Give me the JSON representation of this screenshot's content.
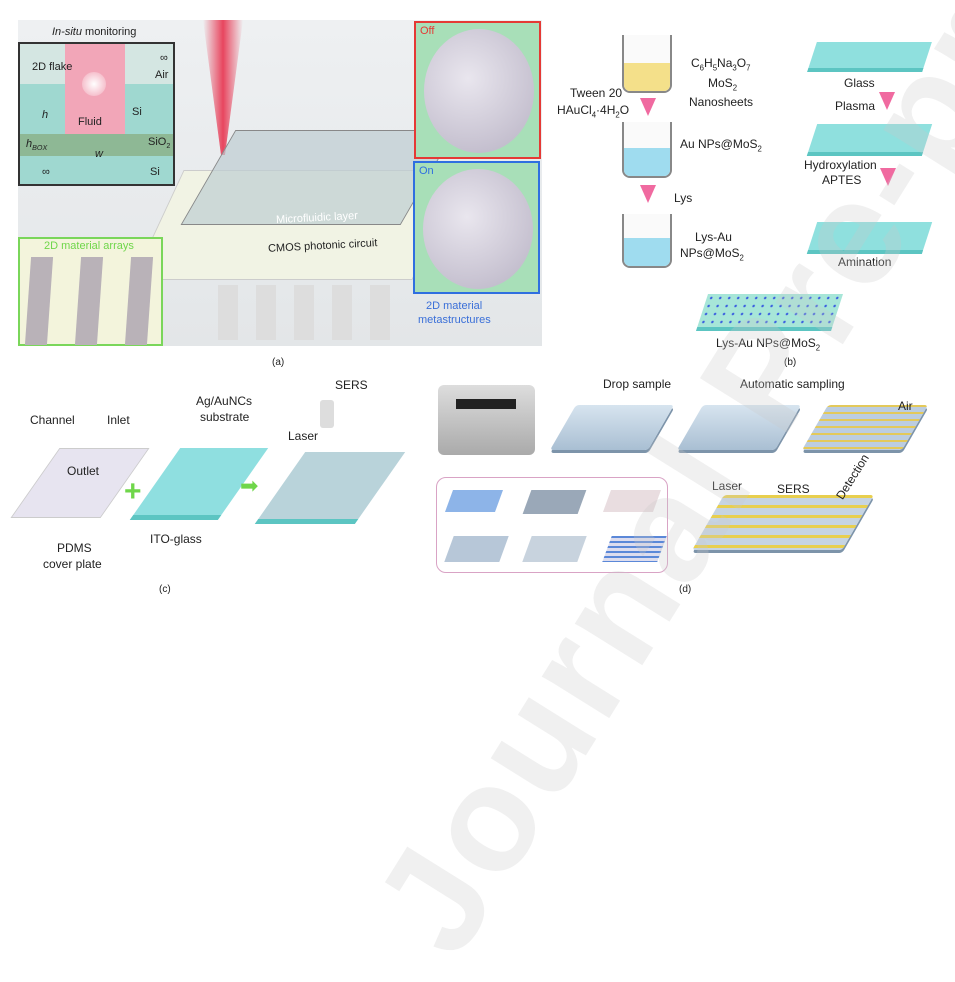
{
  "watermark": "Journal Pre-proofs",
  "panel_a": {
    "label": "(a)",
    "inset_title_italic": "In-situ",
    "inset_title_rest": " monitoring",
    "inset_labels": {
      "flake": "2D flake",
      "air": "Air",
      "inf_top": "∞",
      "h": "h",
      "fluid": "Fluid",
      "si_top": "Si",
      "hbox": "h",
      "hbox_sub": "BOX",
      "w": "w",
      "sio2": "SiO",
      "sio2_sub": "2",
      "inf_bottom": "∞",
      "si_bottom": "Si"
    },
    "microfluidic_layer": "Microfluidic layer",
    "cmos": "CMOS photonic circuit",
    "arrays_label": "2D material arrays",
    "off_label": "Off",
    "on_label": "On",
    "metastructures_line1": "2D material",
    "metastructures_line2": "metastructures"
  },
  "panel_b": {
    "label": "(b)",
    "reagents": [
      "C6H5Na3O7",
      "MoS2",
      "Nanosheets"
    ],
    "tween": "Tween 20",
    "haucl": "HAuCl4·4H2O",
    "au_nps": "Au NPs@MoS2",
    "lys": "Lys",
    "lys_au_1": "Lys-Au",
    "lys_au_2": "NPs@MoS2",
    "glass": "Glass",
    "plasma": "Plasma",
    "hydroxylation": "Hydroxylation",
    "aptes": "APTES",
    "amination": "Amination",
    "final": "Lys-Au NPs@MoS2"
  },
  "panel_c": {
    "label": "(c)",
    "channel": "Channel",
    "inlet": "Inlet",
    "outlet": "Outlet",
    "pdms_1": "PDMS",
    "pdms_2": "cover plate",
    "agau_1": "Ag/AuNCs",
    "agau_2": "substrate",
    "ito": "ITO-glass",
    "sers": "SERS",
    "laser": "Laser"
  },
  "panel_d": {
    "label": "(d)",
    "drop_sample": "Drop sample",
    "automatic_sampling": "Automatic sampling",
    "air": "Air",
    "laser": "Laser",
    "sers": "SERS",
    "detection": "Detection"
  },
  "colors": {
    "off": "#e53935",
    "on": "#2f6fe0",
    "arrays": "#6fd64a",
    "metastructure_text": "#3a6fd8",
    "pink_arrow": "#f06aa0",
    "glass": "#8fe0de"
  }
}
